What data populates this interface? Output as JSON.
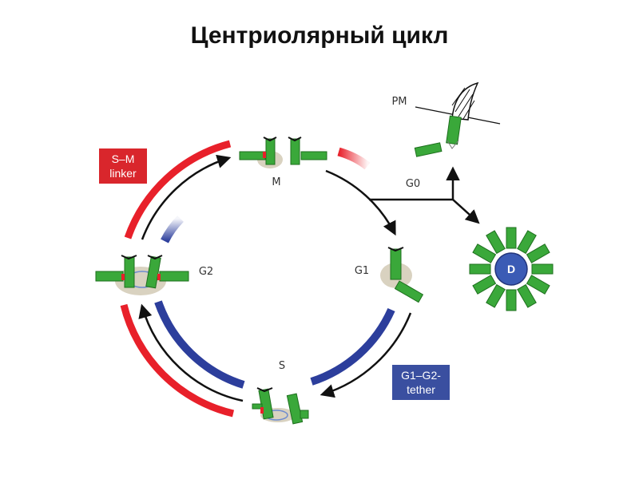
{
  "title": "Центриолярный цикл",
  "phases": {
    "m": "M",
    "g1": "G1",
    "s": "S",
    "g2": "G2",
    "g0": "G0",
    "pm": "PM"
  },
  "boxes": {
    "sm_linker_line1": "S–M",
    "sm_linker_line2": "linker",
    "g1g2_tether_line1": "G1–G2-",
    "g1g2_tether_line2": "tether"
  },
  "dot_label": "D",
  "colors": {
    "red": "#e8202a",
    "blue": "#2c3e9c",
    "green": "#3aa83a",
    "box_red": "#d9262c",
    "box_blue": "#3a4fa0",
    "arrow": "#111111"
  }
}
